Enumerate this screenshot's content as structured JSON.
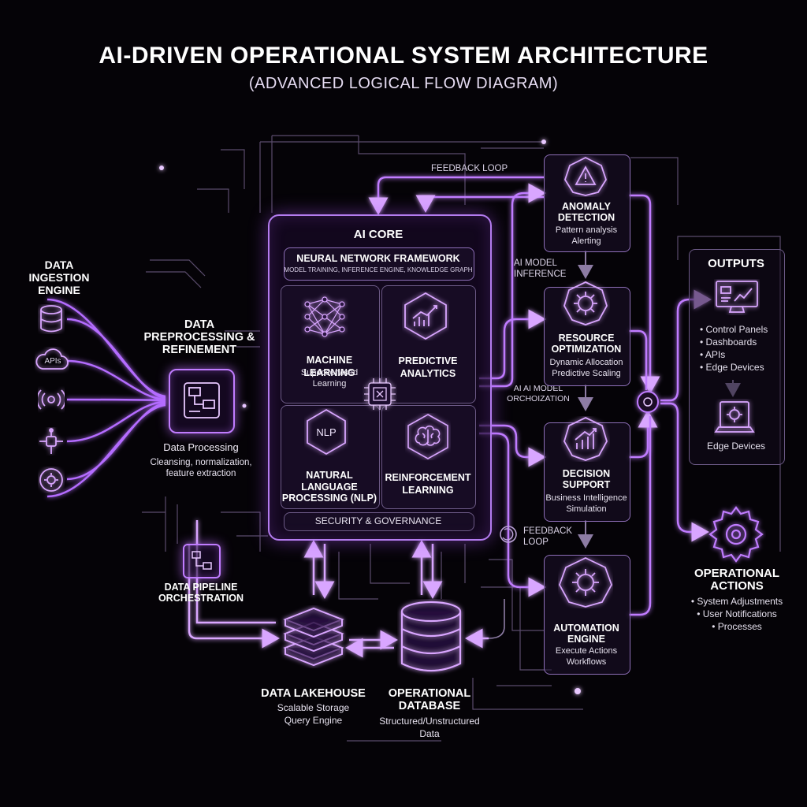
{
  "title": "AI-DRIVEN OPERATIONAL SYSTEM ARCHITECTURE",
  "subtitle": "(ADVANCED LOGICAL FLOW DIAGRAM)",
  "ingestion": {
    "title": "DATA INGESTION ENGINE",
    "icon_labels": {
      "apis": "APIs"
    }
  },
  "preprocessing": {
    "title": "DATA PREPROCESSING & REFINEMENT",
    "label": "Data Processing",
    "desc": "Cleansing, normalization, feature extraction"
  },
  "pipeline": {
    "title": "DATA PIPELINE ORCHESTRATION"
  },
  "ai_core": {
    "title": "AI CORE",
    "framework": {
      "title": "NEURAL NETWORK FRAMEWORK",
      "desc": "MODEL TRAINING, INFERENCE ENGINE, KNOWLEDGE GRAPH"
    },
    "ml": {
      "title": "MACHINE LEARNING",
      "desc": "Supeccervised Learning"
    },
    "predictive": {
      "title": "PREDICTIVE ANALYTICS"
    },
    "nlp": {
      "icon_text": "NLP",
      "title": "NATURAL LANGUAGE PROCESSING (NLP)"
    },
    "rl": {
      "title": "REINFORCEMENT LEARNING"
    },
    "security": "SECURITY & GOVERNANCE"
  },
  "feedback_top": "FEEDBACK LOOP",
  "feedback_mid": "FEEDBACK LOOP",
  "inference_label": "AI MODEL INFERENCE",
  "orch_label": "AI AI MODEL ORCHOIZATION",
  "anomaly": {
    "title": "ANOMALY DETECTION",
    "lines": [
      "Pattern analysis",
      "Alerting"
    ]
  },
  "resource": {
    "title": "RESOURCE OPTIMIZATION",
    "lines": [
      "Dynamic Allocation",
      "Predictive Scaling"
    ]
  },
  "decision": {
    "title": "DECISION SUPPORT",
    "lines": [
      "Business Intelligence",
      "Simulation"
    ]
  },
  "automation": {
    "title": "AUTOMATION ENGINE",
    "lines": [
      "Execute Actions",
      "Workflows"
    ]
  },
  "outputs": {
    "title": "OUTPUTS",
    "items": [
      "• Control Panels",
      "• Dashboards",
      "• APIs",
      "• Edge Devices"
    ],
    "device_label": "Edge Devices"
  },
  "actions": {
    "title": "OPERATIONAL ACTIONS",
    "items": [
      "• System Adjustments",
      "• User Notifications",
      "• Processes"
    ]
  },
  "lakehouse": {
    "title": "DATA LAKEHOUSE",
    "lines": [
      "Scalable Storage",
      "Query Engine"
    ]
  },
  "database": {
    "title": "OPERATIONAL DATABASE",
    "lines": [
      "Structured/Unstructured",
      "Data"
    ]
  },
  "colors": {
    "accent": "#c07cff",
    "glow": "#a855f7",
    "line": "#7a6a90",
    "bg": "#050307"
  }
}
